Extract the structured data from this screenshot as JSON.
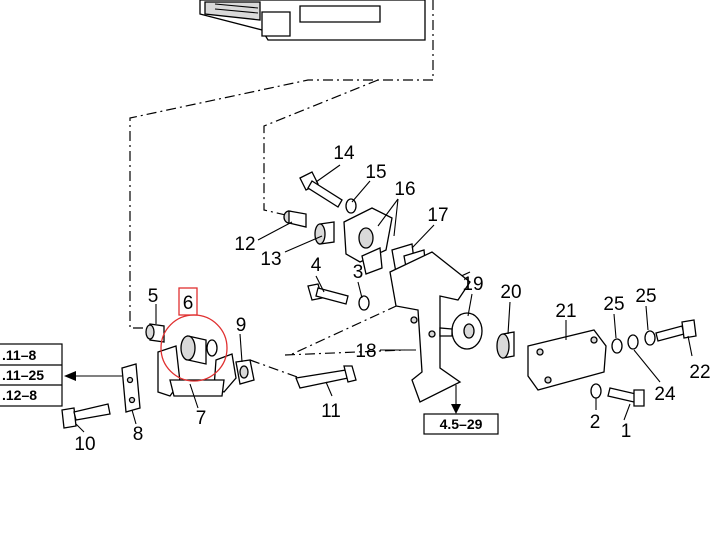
{
  "callouts": {
    "c1": "1",
    "c2": "2",
    "c3": "3",
    "c4": "4",
    "c5": "5",
    "c6": "6",
    "c7": "7",
    "c8": "8",
    "c9": "9",
    "c10": "10",
    "c11": "11",
    "c12": "12",
    "c13": "13",
    "c14": "14",
    "c15": "15",
    "c16": "16",
    "c17": "17",
    "c18": "18",
    "c19": "19",
    "c20": "20",
    "c21": "21",
    "c22": "22",
    "c24": "24",
    "c25a": "25",
    "c25b": "25"
  },
  "references": {
    "left_1": ".11–8",
    "left_2": ".11–25",
    "left_3": ".12–8",
    "bottom": "4.5–29"
  },
  "colors": {
    "highlight": "#e03030",
    "line": "#000000",
    "shade": "#d9d9d9"
  }
}
